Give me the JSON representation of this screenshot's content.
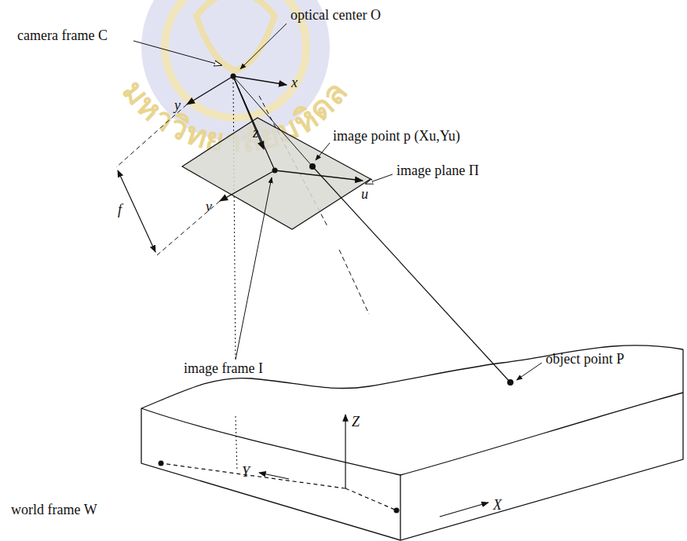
{
  "diagram": {
    "labels": [
      "optical center O",
      "camera frame C",
      "x",
      "y",
      "z",
      "image point p (Xu,Yu)",
      "image plane Π",
      "u",
      "v",
      "f",
      "image frame I",
      "object point P",
      "Z",
      "Y",
      "X",
      "world frame W",
      "มหาวิทยาลัยมหิดล"
    ]
  }
}
